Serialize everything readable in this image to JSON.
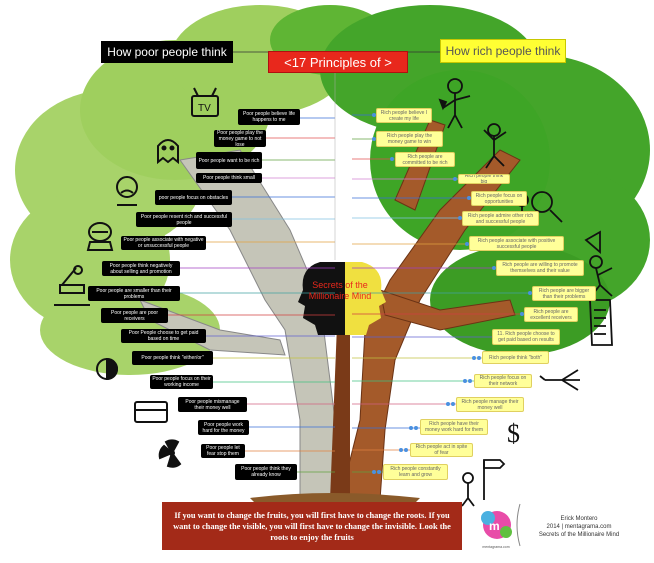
{
  "headers": {
    "poor": "How poor people think",
    "rich": "How rich people think",
    "center": "<17 Principles of >"
  },
  "center": {
    "line1": "Secrets of the",
    "line2": "Millionaire Mind"
  },
  "poor": [
    "Poor people believe life happens to me",
    "Poor people play the money game to not lose",
    "Poor people want to be rich",
    "Poor people think small",
    "poor people focus on obstacles",
    "Poor people resent rich and successful people",
    "Poor people associate with negative or unsuccessful people",
    "Poor people think negatively about selling and promotion",
    "Poor people are smaller than their problems",
    "Poor people are poor receivers",
    "Poor People choose to get paid based on time",
    "Poor people think \"either/or\"",
    "Poor people focus on their working income",
    "Poor people mismanage their money well",
    "Poor people work hard for the money",
    "Poor people let fear stop them",
    "Poor people think they already know"
  ],
  "rich": [
    "Rich people believe I create my life",
    "Rich people play the money game to win",
    "Rich people are committed to be rich",
    "Rich people think big",
    "Rich people focus on opportunities",
    "Rich people admire other rich and successful people",
    "Rich people associate with positive successful people",
    "Rich people are willing to promote themselves and their value",
    "Rich people are bigger than their problems",
    "Rich people are excellent receivers",
    "11. Rich people choose to get paid based on results",
    "Rich people think \"both\"",
    "Rich people focus on their network",
    "Rich people manage their money well",
    "Rich people have their money work hard for them",
    "Rich people act in spite of fear",
    "Rich people constantly learn and grow"
  ],
  "quote": "If you want to change the fruits, you will first have to change the roots. If you want to change the visible, you will first have to change the invisible. Look the roots to enjoy the fruits",
  "credit": [
    "Erick Montero",
    "2014 | mentagrama.com",
    "Secrets of the Millionaire Mind"
  ],
  "brand": "mentagrama.com"
}
